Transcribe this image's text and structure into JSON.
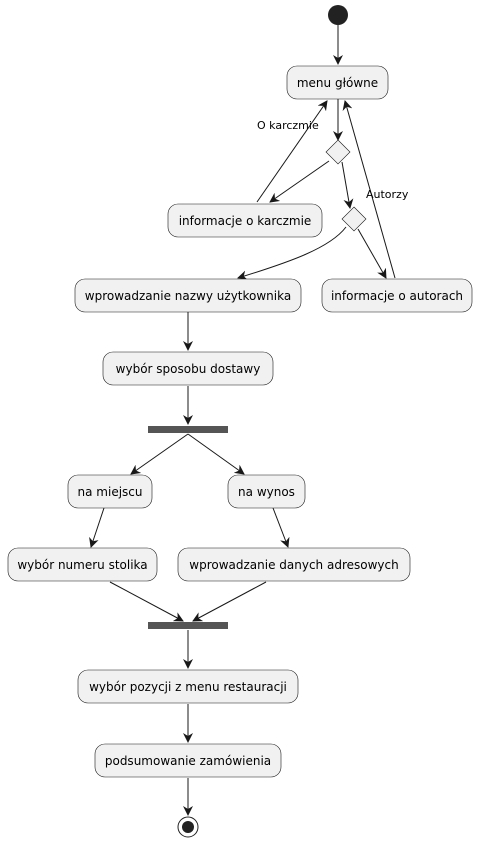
{
  "colors": {
    "node_fill": "#f1f1f1",
    "stroke": "#181818",
    "fork_bar": "#555555",
    "start_end": "#222222"
  },
  "nodes": {
    "menu": "menu główne",
    "about_inn": "informacje o karczmie",
    "username": "wprowadzanie nazwy użytkownika",
    "authors": "informacje o autorach",
    "delivery": "wybór sposobu dostawy",
    "on_site": "na miejscu",
    "takeaway": "na wynos",
    "table_number": "wybór numeru stolika",
    "address": "wprowadzanie danych adresowych",
    "menu_items": "wybór pozycji z menu restauracji",
    "summary": "podsumowanie zamówienia"
  },
  "edge_labels": {
    "about_inn": "O karczmie",
    "authors": "Autorzy"
  }
}
